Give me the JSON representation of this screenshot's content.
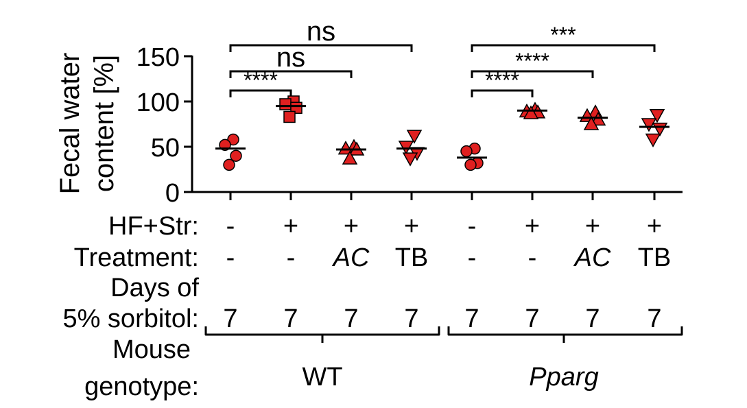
{
  "chart_data": {
    "type": "scatter",
    "ylabel_line1": "Fecal water",
    "ylabel_line2": "content [%]",
    "ylim": [
      0,
      150
    ],
    "yticks": [
      "0",
      "50",
      "100",
      "150"
    ],
    "marker_color": "#e02020",
    "groups": [
      {
        "marker": "circle",
        "mean": 48,
        "values": [
          58,
          52,
          40,
          30
        ]
      },
      {
        "marker": "square",
        "mean": 95,
        "values": [
          100,
          97,
          93,
          83
        ]
      },
      {
        "marker": "triangle-up",
        "mean": 47,
        "values": [
          50,
          48,
          47,
          37
        ]
      },
      {
        "marker": "triangle-down",
        "mean": 48,
        "values": [
          62,
          50,
          43,
          37
        ]
      },
      {
        "marker": "circle",
        "mean": 38,
        "values": [
          48,
          45,
          32,
          30
        ]
      },
      {
        "marker": "triangle-up",
        "mean": 90,
        "values": [
          91,
          89,
          88,
          87
        ]
      },
      {
        "marker": "triangle-up",
        "mean": 82,
        "values": [
          88,
          84,
          80,
          75
        ]
      },
      {
        "marker": "triangle-down",
        "mean": 72,
        "values": [
          85,
          75,
          70,
          58
        ]
      }
    ],
    "comparisons": [
      {
        "from": 0,
        "to": 1,
        "label": "****",
        "level": 0
      },
      {
        "from": 0,
        "to": 2,
        "label": "ns",
        "level": 1
      },
      {
        "from": 0,
        "to": 3,
        "label": "ns",
        "level": 2
      },
      {
        "from": 4,
        "to": 5,
        "label": "****",
        "level": 0
      },
      {
        "from": 4,
        "to": 6,
        "label": "****",
        "level": 1
      },
      {
        "from": 4,
        "to": 7,
        "label": "***",
        "level": 2
      }
    ]
  },
  "table": {
    "rows": [
      {
        "label": "HF+Str:",
        "values": [
          "-",
          "+",
          "+",
          "+",
          "-",
          "+",
          "+",
          "+"
        ],
        "italic": [
          false,
          false,
          false,
          false,
          false,
          false,
          false,
          false
        ]
      },
      {
        "label": "Treatment:",
        "values": [
          "-",
          "-",
          "AC",
          "TB",
          "-",
          "-",
          "AC",
          "TB"
        ],
        "italic": [
          false,
          false,
          true,
          false,
          false,
          false,
          true,
          false
        ]
      },
      {
        "label": "Days of",
        "values": [],
        "italic": []
      },
      {
        "label": "5% sorbitol:",
        "values": [
          "7",
          "7",
          "7",
          "7",
          "7",
          "7",
          "7",
          "7"
        ],
        "italic": [
          false,
          false,
          false,
          false,
          false,
          false,
          false,
          false
        ]
      }
    ],
    "genotype_label_line1": "Mouse",
    "genotype_label_line2": "genotype:",
    "genotypes": [
      {
        "name": "WT",
        "italic": false
      },
      {
        "name": "Pparg",
        "italic": true
      }
    ]
  }
}
